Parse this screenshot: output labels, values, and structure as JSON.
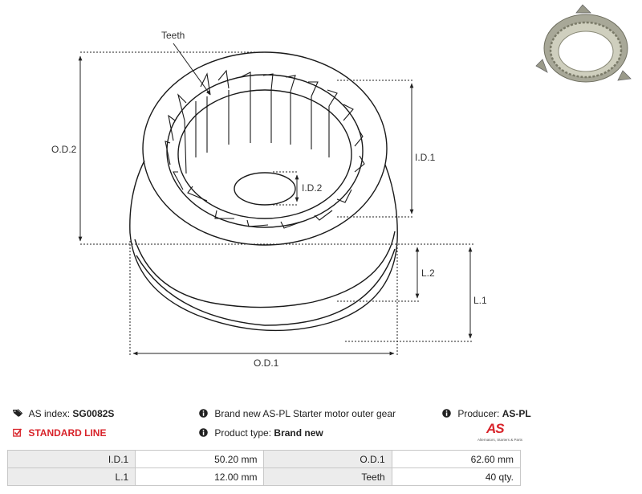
{
  "diagram": {
    "labels": {
      "teeth": "Teeth",
      "od2": "O.D.2",
      "id1": "I.D.1",
      "id2": "I.D.2",
      "l2": "L.2",
      "l1": "L.1",
      "od1": "O.D.1"
    }
  },
  "product": {
    "as_index_label": "AS index:",
    "as_index_value": "SG0082S",
    "line": "STANDARD LINE",
    "description": "Brand new AS-PL Starter motor outer gear",
    "product_type_label": "Product type:",
    "product_type_value": "Brand new",
    "producer_label": "Producer:",
    "producer_value": "AS-PL",
    "logo_mark": "AS",
    "logo_tagline": "Alternators, Starters & Parts"
  },
  "specs": {
    "rows": [
      [
        {
          "label": "I.D.1",
          "value": "50.20 mm"
        },
        {
          "label": "O.D.1",
          "value": "62.60 mm"
        }
      ],
      [
        {
          "label": "L.1",
          "value": "12.00 mm"
        },
        {
          "label": "Teeth",
          "value": "40 qty."
        }
      ]
    ]
  },
  "colors": {
    "accent_red": "#d8232a",
    "label_cell": "#ececec",
    "line": "#1a1a1a"
  },
  "icons": [
    "tag-icon",
    "checkbox-icon",
    "info-icon"
  ]
}
